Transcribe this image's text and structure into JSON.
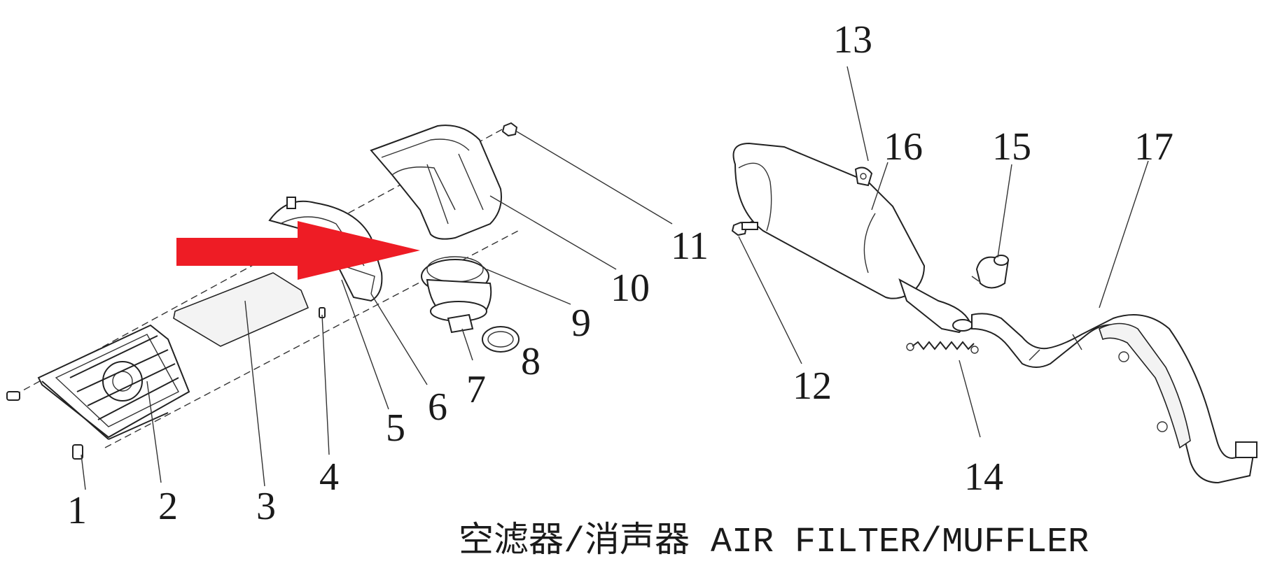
{
  "caption": "空滤器/消声器 AIR FILTER/MUFFLER",
  "callouts": [
    "1",
    "2",
    "3",
    "4",
    "5",
    "6",
    "7",
    "8",
    "9",
    "10",
    "11",
    "12",
    "13",
    "14",
    "15",
    "16",
    "17"
  ],
  "colors": {
    "arrow": "#ee1c25",
    "ink": "#1a1a1a"
  }
}
